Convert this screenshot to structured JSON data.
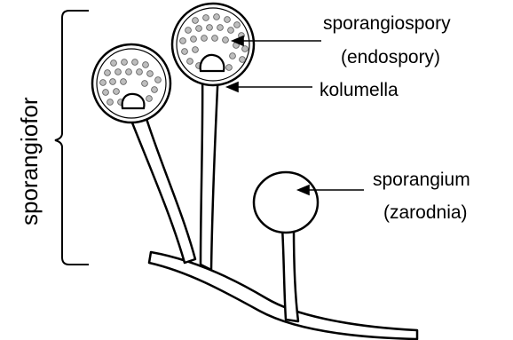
{
  "labels": {
    "sporangiofor": "sporangiofor",
    "sporangiospory": "sporangiospory",
    "endospory": "(endospory)",
    "kolumella": "kolumella",
    "sporangium": "sporangium",
    "zarodnia": "(zarodnia)"
  },
  "colors": {
    "line": "#000000",
    "fill": "#ffffff",
    "spore": "#bdbdbd"
  }
}
